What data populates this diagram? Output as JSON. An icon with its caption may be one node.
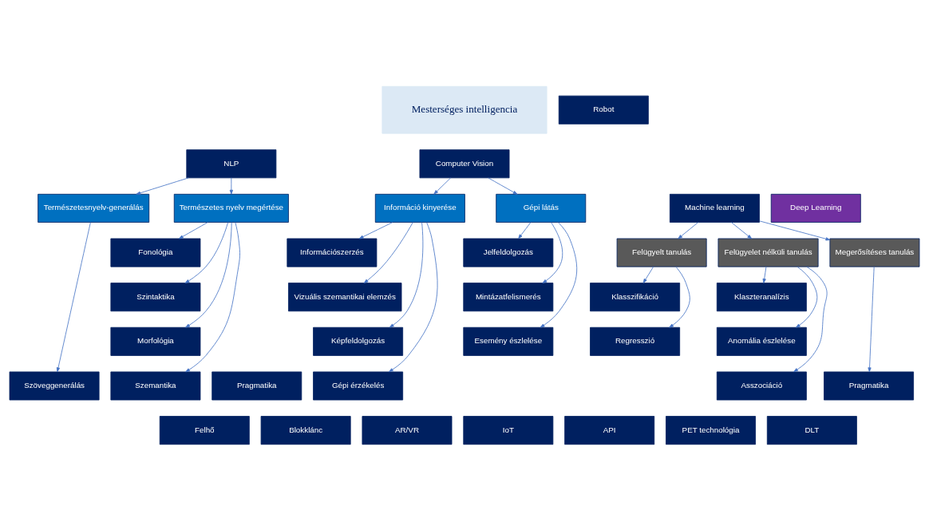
{
  "diagram": {
    "nodes": [
      {
        "text": [
          "Mesterséges intelligencia"
        ]
      },
      {
        "text": [
          "Robot"
        ]
      },
      {
        "text": [
          "NLP"
        ]
      },
      {
        "text": [
          "Computer Vision"
        ]
      },
      {
        "text": [
          "Machine learning"
        ]
      },
      {
        "text": [
          "Deep Learning"
        ]
      },
      {
        "text": [
          "Természetesnyelv-generálás"
        ]
      },
      {
        "text": [
          "Természetes nyelv megértése"
        ]
      },
      {
        "text": [
          "Információ kinyerése"
        ]
      },
      {
        "text": [
          "Gépi látás"
        ]
      },
      {
        "text": [
          "Felügyelt tanulás"
        ]
      },
      {
        "text": [
          "Felügyelet nélküli tanulás"
        ]
      },
      {
        "text": [
          "Megerősítéses tanulás"
        ]
      },
      {
        "text": [
          "Szöveggenerálás"
        ]
      },
      {
        "text": [
          "Fonológia"
        ]
      },
      {
        "text": [
          "Szintaktika"
        ]
      },
      {
        "text": [
          "Morfológia"
        ]
      },
      {
        "text": [
          "Szemantika"
        ]
      },
      {
        "text": [
          "Pragmatika"
        ]
      },
      {
        "text": [
          "Információszerzés"
        ]
      },
      {
        "text": [
          "Vizuális szemantikai elemzés"
        ]
      },
      {
        "text": [
          "Képfeldolgozás"
        ]
      },
      {
        "text": [
          "Gépi érzékelés"
        ]
      },
      {
        "text": [
          "Jelfeldolgozás"
        ]
      },
      {
        "text": [
          "Mintázatfelismerés"
        ]
      },
      {
        "text": [
          "Esemény észlelése"
        ]
      },
      {
        "text": [
          "Klasszifikáció"
        ]
      },
      {
        "text": [
          "Regresszió"
        ]
      },
      {
        "text": [
          "Klaszteranalízis"
        ]
      },
      {
        "text": [
          "Anomália észlelése"
        ]
      },
      {
        "text": [
          "Asszociáció"
        ]
      },
      {
        "text": [
          "Pragmatika"
        ]
      },
      {
        "text": [
          "Felhő"
        ]
      },
      {
        "text": [
          "Blokklánc"
        ]
      },
      {
        "text": [
          "AR/VR"
        ]
      },
      {
        "text": [
          "IoT"
        ]
      },
      {
        "text": [
          "API"
        ]
      },
      {
        "text": [
          "PET technológia"
        ]
      },
      {
        "text": [
          "DLT"
        ]
      }
    ],
    "edges": [
      {
        "from": 2,
        "to": 6,
        "arrow": "to"
      },
      {
        "from": 2,
        "to": 7,
        "arrow": "to"
      },
      {
        "from": 3,
        "to": 8,
        "arrow": "to"
      },
      {
        "from": 3,
        "to": 9,
        "arrow": "to"
      },
      {
        "from": 4,
        "to": 10,
        "arrow": "to"
      },
      {
        "from": 4,
        "to": 11,
        "arrow": "to"
      },
      {
        "from": 4,
        "to": 12,
        "arrow": "to"
      },
      {
        "from": 6,
        "to": 13,
        "arrow": "to"
      },
      {
        "from": 7,
        "to": 14,
        "arrow": "to"
      },
      {
        "from": 7,
        "to": 15,
        "arrow": "to"
      },
      {
        "from": 7,
        "to": 16,
        "arrow": "to"
      },
      {
        "from": 7,
        "to": 17,
        "arrow": "to"
      },
      {
        "from": 8,
        "to": 19,
        "arrow": "to"
      },
      {
        "from": 8,
        "to": 20,
        "arrow": "to"
      },
      {
        "from": 8,
        "to": 21,
        "arrow": "to"
      },
      {
        "from": 8,
        "to": 22,
        "arrow": "to"
      },
      {
        "from": 9,
        "to": 23,
        "arrow": "to"
      },
      {
        "from": 9,
        "to": 24,
        "arrow": "to"
      },
      {
        "from": 9,
        "to": 25,
        "arrow": "to"
      },
      {
        "from": 10,
        "to": 26,
        "arrow": "to"
      },
      {
        "from": 10,
        "to": 27,
        "arrow": "to"
      },
      {
        "from": 11,
        "to": 28,
        "arrow": "to"
      },
      {
        "from": 11,
        "to": 29,
        "arrow": "to"
      },
      {
        "from": 11,
        "to": 30,
        "arrow": "to"
      },
      {
        "from": 12,
        "to": 31,
        "arrow": "to"
      }
    ]
  }
}
